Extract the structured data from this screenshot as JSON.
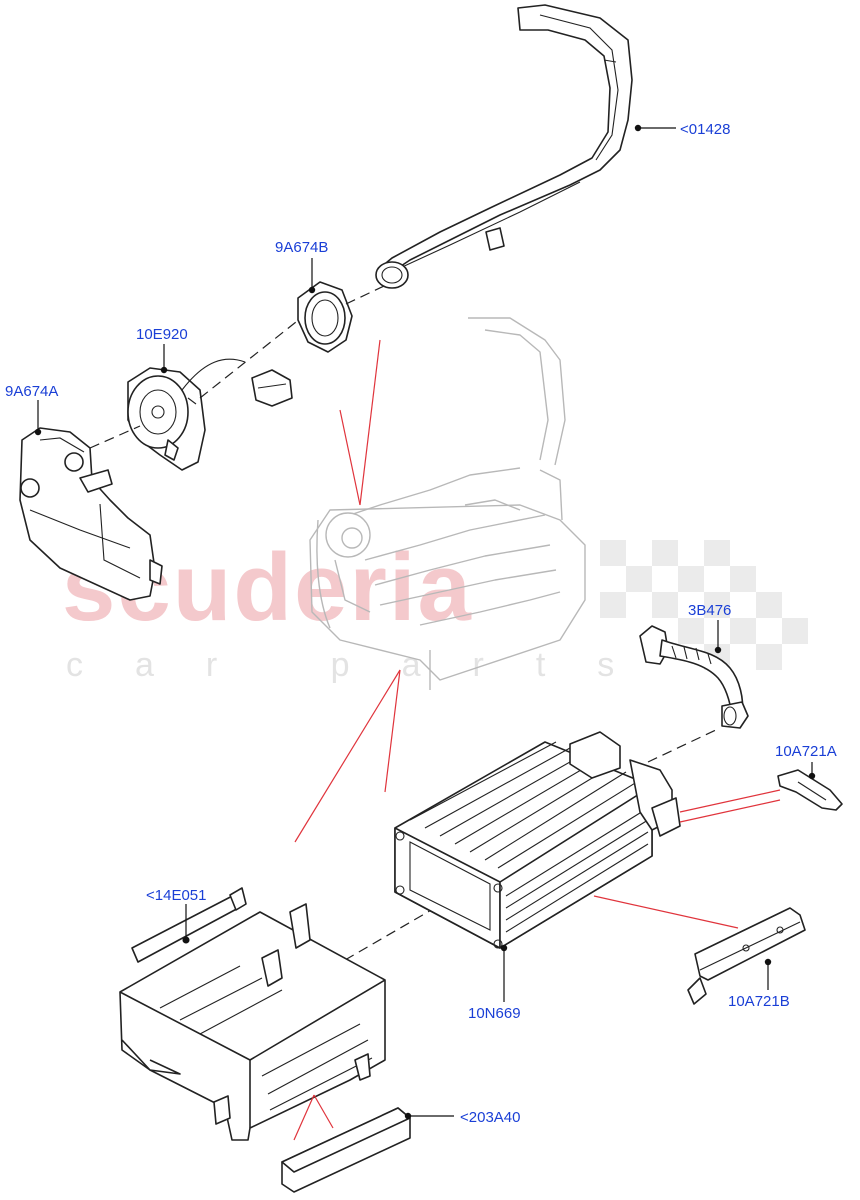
{
  "watermark": {
    "brand": "scuderia",
    "tagline": "car parts"
  },
  "callouts": [
    {
      "id": "01428",
      "text": "<01428"
    },
    {
      "id": "9A674B",
      "text": "9A674B"
    },
    {
      "id": "10E920",
      "text": "10E920"
    },
    {
      "id": "9A674A",
      "text": "9A674A"
    },
    {
      "id": "3B476",
      "text": "3B476"
    },
    {
      "id": "10A721A",
      "text": "10A721A"
    },
    {
      "id": "14E051",
      "text": "<14E051"
    },
    {
      "id": "10N669",
      "text": "10N669"
    },
    {
      "id": "10A721B",
      "text": "10A721B"
    },
    {
      "id": "203A40",
      "text": "<203A40"
    }
  ],
  "colors": {
    "label": "#1a3fd6",
    "leader_red": "#e0343c",
    "watermark_red": "#f4c9cc",
    "ghost_outline": "#b8b8b8"
  }
}
